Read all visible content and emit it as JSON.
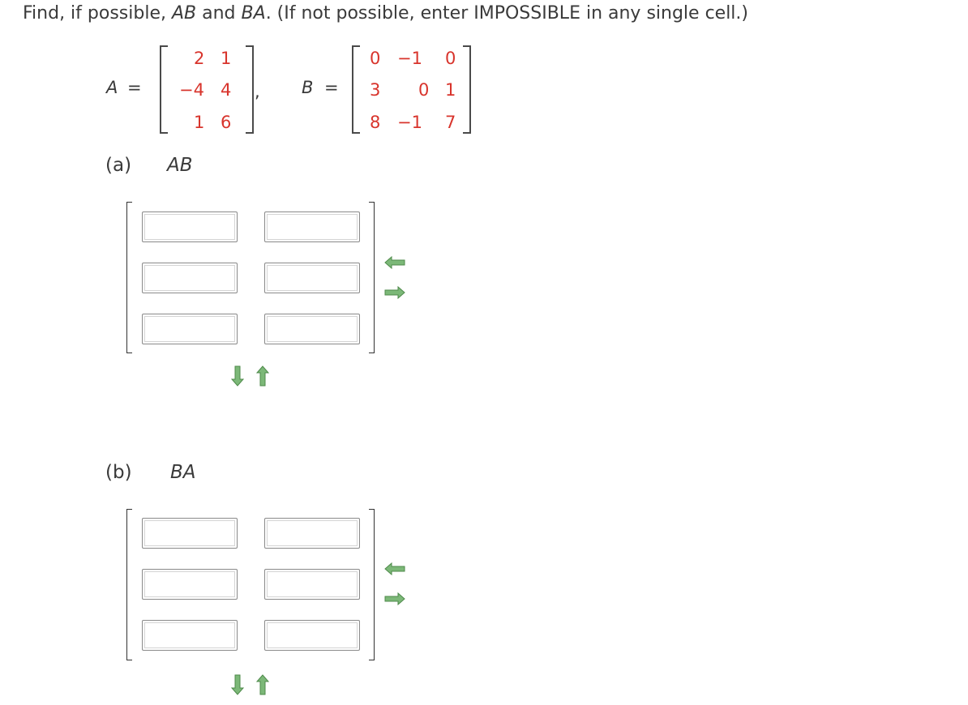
{
  "prompt": {
    "p1": "Find, if possible, ",
    "p2": "AB",
    "p3": " and ",
    "p4": "BA",
    "p5": ". (If not possible, enter IMPOSSIBLE in any single cell.)"
  },
  "matrix_a": {
    "label": "A",
    "equals": "=",
    "rows": [
      [
        "2",
        "1"
      ],
      [
        "−4",
        "4"
      ],
      [
        "1",
        "6"
      ]
    ]
  },
  "comma": ",",
  "matrix_b": {
    "label": "B",
    "equals": "=",
    "rows": [
      [
        "0",
        "−1",
        "0"
      ],
      [
        "3",
        "0",
        "1"
      ],
      [
        "8",
        "−1",
        "7"
      ]
    ]
  },
  "part_a": {
    "letter": "(a)",
    "expr": "AB"
  },
  "part_b": {
    "letter": "(b)",
    "expr": "BA"
  },
  "colors": {
    "matrix_entries": "#d8342c",
    "arrow_green": "#7cb878",
    "arrow_outline": "#4e8a4a"
  }
}
